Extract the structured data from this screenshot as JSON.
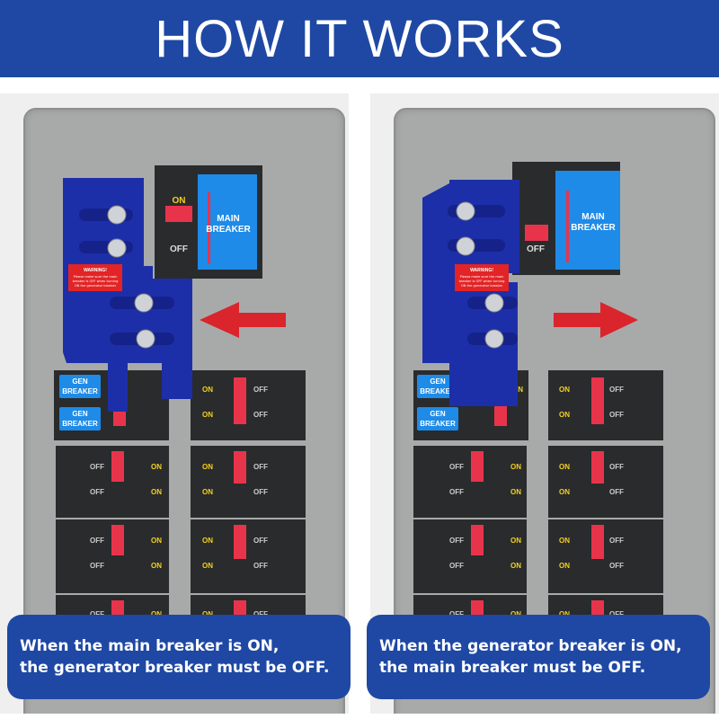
{
  "header": {
    "title": "HOW IT WORKS"
  },
  "labels": {
    "main_breaker_line1": "MAIN",
    "main_breaker_line2": "BREAKER",
    "gen_breaker_line1": "GEN",
    "gen_breaker_line2": "BREAKER",
    "on": "ON",
    "off": "OFF",
    "warning_title": "WARNING!",
    "warning_text_1": "Please make sure the main",
    "warning_text_2": "breaker is OFF when turning",
    "warning_text_3": "ON the generator breaker"
  },
  "left_panel": {
    "caption_line1": "When the main breaker is ON,",
    "caption_line2": "the generator breaker must be OFF."
  },
  "right_panel": {
    "caption_line1": "When the generator breaker is ON,",
    "caption_line2": "the main breaker must be OFF."
  },
  "colors": {
    "header_blue": "#1f48a4",
    "interlock_blue": "#1d2fa8",
    "breaker_black": "#2a2b2d",
    "toggle_red": "#e8344b",
    "arrow_red": "#d9252b",
    "label_blue": "#1e8be8",
    "on_text_yellow": "#f3d21f"
  },
  "icons": [
    "arrow-left-icon",
    "arrow-right-icon",
    "screw-icon"
  ]
}
